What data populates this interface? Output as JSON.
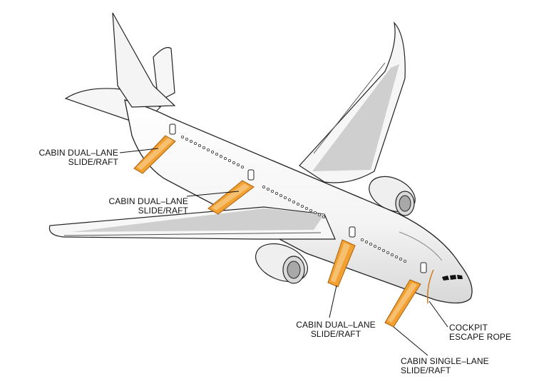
{
  "labels": {
    "rear_slide": {
      "line1": "CABIN DUAL–LANE",
      "line2": "SLIDE/RAFT"
    },
    "overwing_slide": {
      "line1": "CABIN DUAL–LANE",
      "line2": "SLIDE/RAFT"
    },
    "mid_slide": {
      "line1": "CABIN DUAL–LANE",
      "line2": "SLIDE/RAFT"
    },
    "rope": {
      "line1": "COCKPIT",
      "line2": "ESCAPE ROPE"
    },
    "front_slide": {
      "line1": "CABIN SINGLE–LANE",
      "line2": "SLIDE/RAFT"
    }
  },
  "colors": {
    "fuselage": "#f7f7f7",
    "outline": "#222222",
    "shade": "#c9c9c9",
    "slide": "#f2a030",
    "rope": "#d07818"
  }
}
